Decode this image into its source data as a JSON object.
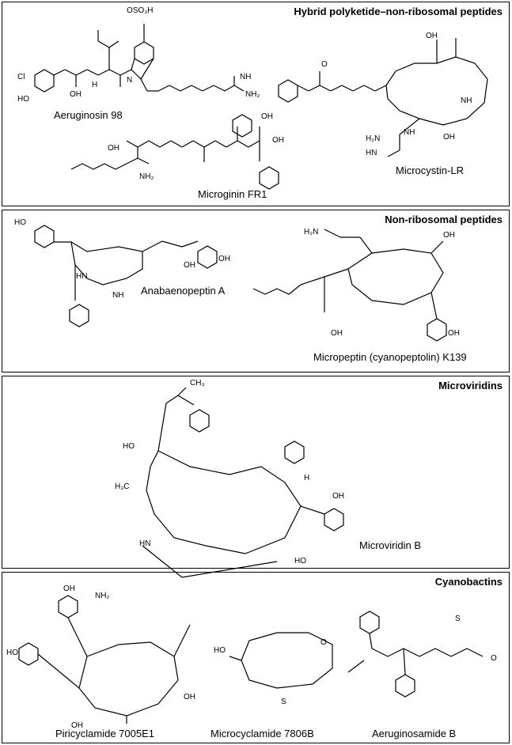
{
  "panels": [
    {
      "title": "Hybrid polyketide–non-ribosomal peptides",
      "compounds": [
        "Aeruginosin 98",
        "Microginin FR1",
        "Microcystin-LR"
      ]
    },
    {
      "title": "Non-ribosomal peptides",
      "compounds": [
        "Anabaenopeptin A",
        "Micropeptin (cyanopeptolin) K139"
      ]
    },
    {
      "title": "Microviridins",
      "compounds": [
        "Microviridin B"
      ]
    },
    {
      "title": "Cyanobactins",
      "compounds": [
        "Piricyclamide 7005E1",
        "Microcyclamide 7806B",
        "Aeruginosamide B"
      ]
    }
  ],
  "atoms": {
    "oso3h": "OSO₃H",
    "cl": "Cl",
    "ho": "HO",
    "oh": "OH",
    "o": "O",
    "h": "H",
    "n": "N",
    "nh": "NH",
    "hn": "HN",
    "nh2": "NH₂",
    "h2n": "H₂N",
    "s": "S",
    "ch3": "H₃C",
    "ac": "CH₃",
    "ome": "O",
    "oh_h": "OH"
  }
}
